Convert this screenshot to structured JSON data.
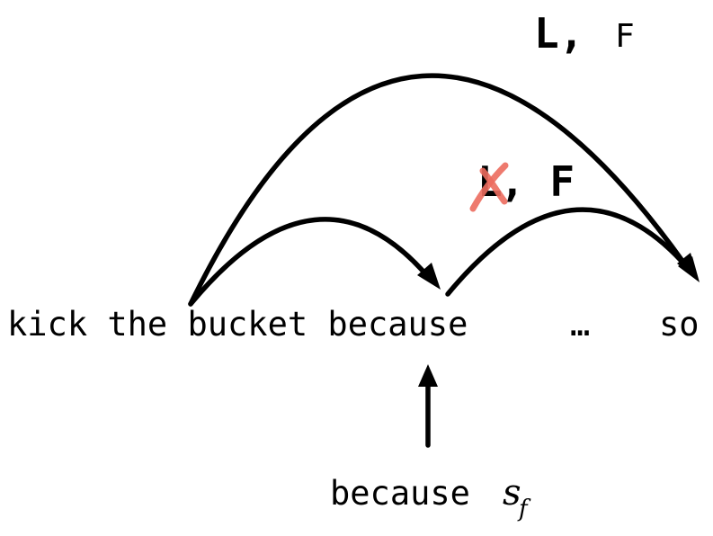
{
  "sequence": {
    "text": "kick the bucket because",
    "ellipsis": "…",
    "end_word": "so"
  },
  "outer_arc_label": {
    "first": "L,",
    "second": "F"
  },
  "inner_arc_label": {
    "struck": "L",
    "rest": ", F"
  },
  "bottom_label": {
    "word": "because",
    "symbol": "s",
    "subscript": "f"
  },
  "colors": {
    "ink": "#000000",
    "strike": "#ec6b5e"
  },
  "icons": {
    "strike_mark": "cross-mark-icon"
  }
}
